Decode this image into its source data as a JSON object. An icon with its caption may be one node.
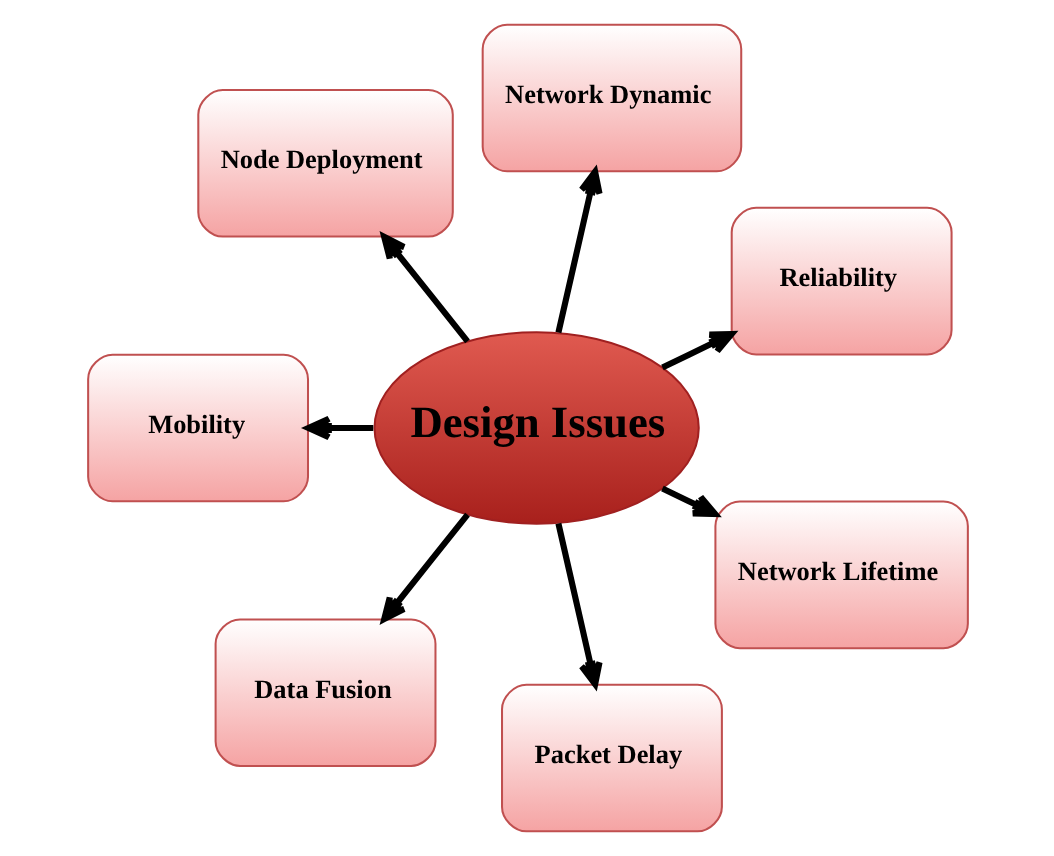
{
  "diagram": {
    "nodes": [
      {
        "text": [
          "Design Issues"
        ]
      },
      {
        "text": [
          "Reliability"
        ]
      },
      {
        "text": [
          "Network Dynamic"
        ]
      },
      {
        "text": [
          "Node Deployment"
        ]
      },
      {
        "text": [
          "Mobility"
        ]
      },
      {
        "text": [
          "Data Fusion"
        ]
      },
      {
        "text": [
          "Packet Delay"
        ]
      },
      {
        "text": [
          "Network Lifetime"
        ]
      }
    ],
    "edges": [
      {
        "from": 0,
        "to": 1,
        "arrow": "to"
      },
      {
        "from": 0,
        "to": 2,
        "arrow": "to"
      },
      {
        "from": 0,
        "to": 3,
        "arrow": "to"
      },
      {
        "from": 0,
        "to": 5,
        "arrow": "to"
      },
      {
        "from": 0,
        "to": 7,
        "arrow": "to"
      },
      {
        "from": 0,
        "to": 6,
        "arrow": "to"
      },
      {
        "from": 0,
        "to": 4,
        "arrow": "to"
      }
    ]
  }
}
